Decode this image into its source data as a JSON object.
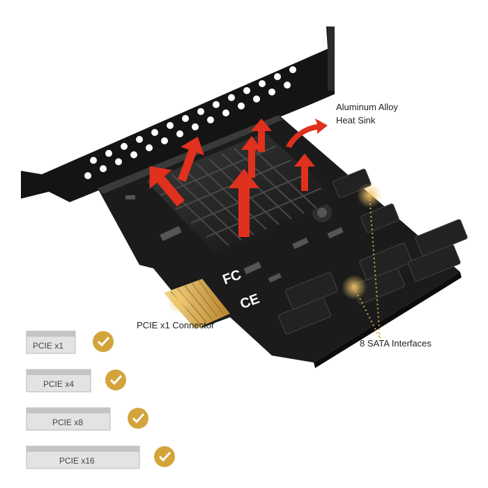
{
  "callouts": {
    "heatsink_line1": "Aluminum Alloy",
    "heatsink_line2": "Heat Sink",
    "pcie_connector": "PCIE x1 Connector",
    "sata": "8 SATA Interfaces"
  },
  "board_marks": {
    "fcc": "FC",
    "ce": "CE"
  },
  "compatibility": {
    "slots": [
      {
        "label": "PCIE x1"
      },
      {
        "label": "PCIE x4"
      },
      {
        "label": "PCIE x8"
      },
      {
        "label": "PCIE x16"
      }
    ]
  },
  "colors": {
    "board": "#1a1a1a",
    "heatsink": "#2a2a2a",
    "arrow": "#e0301e",
    "gold": "#d8a84a",
    "check": "#d3a43c",
    "slot": "#cfcfcf"
  },
  "icons": {
    "check": "checkmark-icon",
    "arrow": "heat-arrow-icon"
  }
}
